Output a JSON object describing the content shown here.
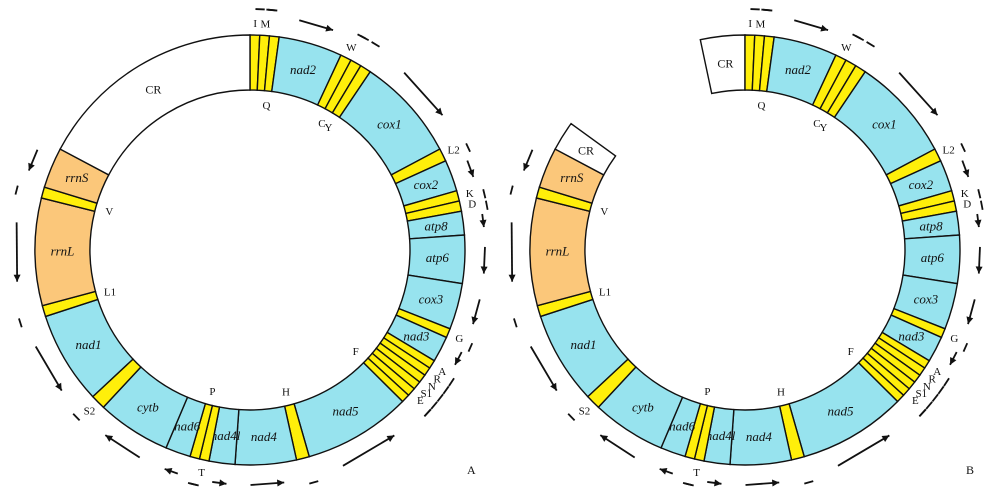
{
  "colors": {
    "protein": "#97e3ee",
    "rrna": "#fbc77a",
    "trna": "#ffef0a",
    "control": "#ffffff",
    "stroke": "#111111"
  },
  "panels": [
    {
      "label": "A",
      "segments": [
        {
          "name": "I",
          "kind": "trna",
          "italic": false,
          "strand": "+"
        },
        {
          "name": "M",
          "kind": "trna",
          "italic": false,
          "strand": "+"
        },
        {
          "name": "Q",
          "kind": "trna",
          "italic": false,
          "strand": "-"
        },
        {
          "name": "nad2",
          "kind": "protein",
          "italic": true,
          "strand": "+"
        },
        {
          "name": "W",
          "kind": "trna",
          "italic": false,
          "strand": "+"
        },
        {
          "name": "C",
          "kind": "trna",
          "italic": false,
          "strand": "-"
        },
        {
          "name": "Y",
          "kind": "trna",
          "italic": false,
          "strand": "-"
        },
        {
          "name": "cox1",
          "kind": "protein",
          "italic": true,
          "strand": "+"
        },
        {
          "name": "L2",
          "kind": "trna",
          "italic": false,
          "strand": "+"
        },
        {
          "name": "cox2",
          "kind": "protein",
          "italic": true,
          "strand": "+"
        },
        {
          "name": "K",
          "kind": "trna",
          "italic": false,
          "strand": "+"
        },
        {
          "name": "D",
          "kind": "trna",
          "italic": false,
          "strand": "+"
        },
        {
          "name": "atp8",
          "kind": "protein",
          "italic": true,
          "strand": "+"
        },
        {
          "name": "atp6",
          "kind": "protein",
          "italic": true,
          "strand": "+"
        },
        {
          "name": "cox3",
          "kind": "protein",
          "italic": true,
          "strand": "+"
        },
        {
          "name": "G",
          "kind": "trna",
          "italic": false,
          "strand": "+"
        },
        {
          "name": "nad3",
          "kind": "protein",
          "italic": true,
          "strand": "+"
        },
        {
          "name": "A",
          "kind": "trna",
          "italic": false,
          "strand": "+"
        },
        {
          "name": "R",
          "kind": "trna",
          "italic": false,
          "strand": "+"
        },
        {
          "name": "N",
          "kind": "trna",
          "italic": false,
          "strand": "+"
        },
        {
          "name": "S1",
          "kind": "trna",
          "italic": false,
          "strand": "+"
        },
        {
          "name": "E",
          "kind": "trna",
          "italic": false,
          "strand": "+"
        },
        {
          "name": "F",
          "kind": "trna",
          "italic": false,
          "strand": "-"
        },
        {
          "name": "nad5",
          "kind": "protein",
          "italic": true,
          "strand": "-"
        },
        {
          "name": "H",
          "kind": "trna",
          "italic": false,
          "strand": "-"
        },
        {
          "name": "nad4",
          "kind": "protein",
          "italic": true,
          "strand": "-"
        },
        {
          "name": "nad4l",
          "kind": "protein",
          "italic": true,
          "strand": "-"
        },
        {
          "name": "T",
          "kind": "trna",
          "italic": false,
          "strand": "+"
        },
        {
          "name": "P",
          "kind": "trna",
          "italic": false,
          "strand": "-"
        },
        {
          "name": "nad6",
          "kind": "protein",
          "italic": true,
          "strand": "+"
        },
        {
          "name": "cytb",
          "kind": "protein",
          "italic": true,
          "strand": "+"
        },
        {
          "name": "S2",
          "kind": "trna",
          "italic": false,
          "strand": "+"
        },
        {
          "name": "nad1",
          "kind": "protein",
          "italic": true,
          "strand": "-"
        },
        {
          "name": "L1",
          "kind": "trna",
          "italic": false,
          "strand": "-"
        },
        {
          "name": "rrnL",
          "kind": "rrna",
          "italic": true,
          "strand": "-"
        },
        {
          "name": "V",
          "kind": "trna",
          "italic": false,
          "strand": "-"
        },
        {
          "name": "rrnS",
          "kind": "rrna",
          "italic": true,
          "strand": "-"
        },
        {
          "name": "CR",
          "kind": "control",
          "italic": false,
          "strand": ""
        }
      ]
    },
    {
      "label": "B",
      "segments": [
        {
          "name": "CR",
          "kind": "control",
          "italic": false,
          "strand": ""
        },
        {
          "name": "I",
          "kind": "trna",
          "italic": false,
          "strand": "+"
        },
        {
          "name": "M",
          "kind": "trna",
          "italic": false,
          "strand": "+"
        },
        {
          "name": "Q",
          "kind": "trna",
          "italic": false,
          "strand": "-"
        },
        {
          "name": "nad2",
          "kind": "protein",
          "italic": true,
          "strand": "+"
        },
        {
          "name": "W",
          "kind": "trna",
          "italic": false,
          "strand": "+"
        },
        {
          "name": "C",
          "kind": "trna",
          "italic": false,
          "strand": "-"
        },
        {
          "name": "Y",
          "kind": "trna",
          "italic": false,
          "strand": "-"
        },
        {
          "name": "cox1",
          "kind": "protein",
          "italic": true,
          "strand": "+"
        },
        {
          "name": "L2",
          "kind": "trna",
          "italic": false,
          "strand": "+"
        },
        {
          "name": "cox2",
          "kind": "protein",
          "italic": true,
          "strand": "+"
        },
        {
          "name": "K",
          "kind": "trna",
          "italic": false,
          "strand": "+"
        },
        {
          "name": "D",
          "kind": "trna",
          "italic": false,
          "strand": "+"
        },
        {
          "name": "atp8",
          "kind": "protein",
          "italic": true,
          "strand": "+"
        },
        {
          "name": "atp6",
          "kind": "protein",
          "italic": true,
          "strand": "+"
        },
        {
          "name": "cox3",
          "kind": "protein",
          "italic": true,
          "strand": "+"
        },
        {
          "name": "G",
          "kind": "trna",
          "italic": false,
          "strand": "+"
        },
        {
          "name": "nad3",
          "kind": "protein",
          "italic": true,
          "strand": "+"
        },
        {
          "name": "A",
          "kind": "trna",
          "italic": false,
          "strand": "+"
        },
        {
          "name": "R",
          "kind": "trna",
          "italic": false,
          "strand": "+"
        },
        {
          "name": "N",
          "kind": "trna",
          "italic": false,
          "strand": "+"
        },
        {
          "name": "S1",
          "kind": "trna",
          "italic": false,
          "strand": "+"
        },
        {
          "name": "E",
          "kind": "trna",
          "italic": false,
          "strand": "+"
        },
        {
          "name": "F",
          "kind": "trna",
          "italic": false,
          "strand": "-"
        },
        {
          "name": "nad5",
          "kind": "protein",
          "italic": true,
          "strand": "-"
        },
        {
          "name": "H",
          "kind": "trna",
          "italic": false,
          "strand": "-"
        },
        {
          "name": "nad4",
          "kind": "protein",
          "italic": true,
          "strand": "-"
        },
        {
          "name": "nad4l",
          "kind": "protein",
          "italic": true,
          "strand": "-"
        },
        {
          "name": "T",
          "kind": "trna",
          "italic": false,
          "strand": "+"
        },
        {
          "name": "P",
          "kind": "trna",
          "italic": false,
          "strand": "-"
        },
        {
          "name": "nad6",
          "kind": "protein",
          "italic": true,
          "strand": "+"
        },
        {
          "name": "cytb",
          "kind": "protein",
          "italic": true,
          "strand": "+"
        },
        {
          "name": "S2",
          "kind": "trna",
          "italic": false,
          "strand": "+"
        },
        {
          "name": "nad1",
          "kind": "protein",
          "italic": true,
          "strand": "-"
        },
        {
          "name": "L1",
          "kind": "trna",
          "italic": false,
          "strand": "-"
        },
        {
          "name": "rrnL",
          "kind": "rrna",
          "italic": true,
          "strand": "-"
        },
        {
          "name": "V",
          "kind": "trna",
          "italic": false,
          "strand": "-"
        },
        {
          "name": "rrnS",
          "kind": "rrna",
          "italic": true,
          "strand": "-"
        },
        {
          "name": "CR",
          "kind": "control",
          "italic": false,
          "strand": ""
        }
      ]
    }
  ]
}
